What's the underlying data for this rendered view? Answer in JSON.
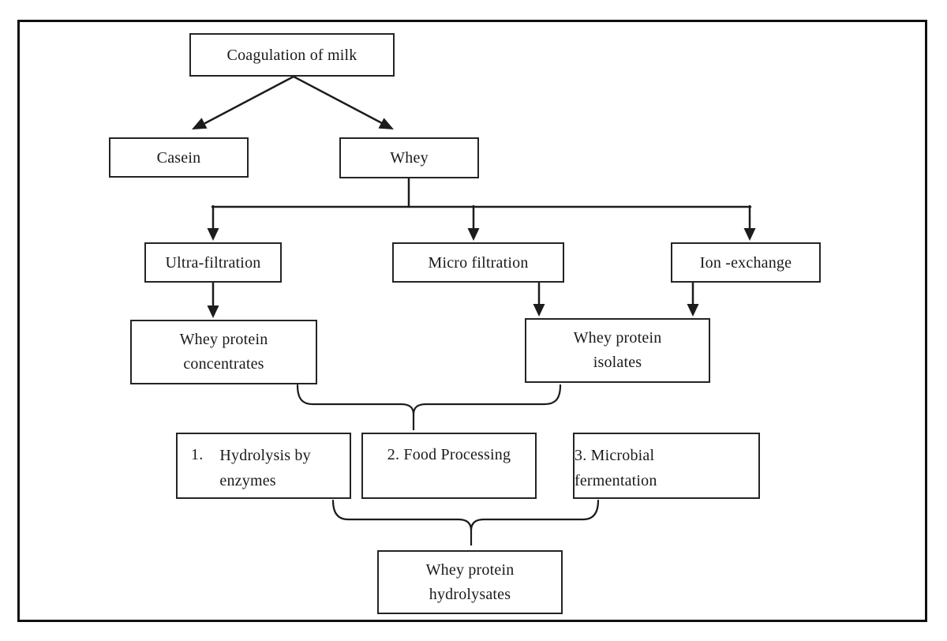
{
  "figure": {
    "background": "#ffffff",
    "line_color": "#1c1c1c",
    "box_border_color": "#242424",
    "nodes": {
      "coagulation": {
        "label": "Coagulation of milk"
      },
      "casein": {
        "label": "Casein"
      },
      "whey": {
        "label": "Whey"
      },
      "ultrafiltration": {
        "label": "Ultra-filtration"
      },
      "microfiltration": {
        "label": "Micro filtration"
      },
      "ionexchange": {
        "label": "Ion -exchange"
      },
      "concentrates": {
        "line1": "Whey protein",
        "line2": "concentrates"
      },
      "isolates": {
        "line1": "Whey protein",
        "line2": "isolates"
      },
      "process1": {
        "marker": "1.",
        "line1": "Hydrolysis by",
        "line2": "enzymes"
      },
      "process2": {
        "label": "2. Food Processing"
      },
      "process3": {
        "line1": "3. Microbial",
        "line2": "fermentation"
      },
      "hydrolysates": {
        "line1": "Whey protein",
        "line2": "hydrolysates"
      }
    },
    "edges": [
      "Coagulation of milk -> Casein",
      "Coagulation of milk -> Whey",
      "Whey -> Ultra-filtration",
      "Whey -> Micro filtration",
      "Whey -> Ion -exchange",
      "Ultra-filtration -> Whey protein concentrates",
      "Micro filtration -> Whey protein isolates",
      "Ion -exchange -> Whey protein isolates",
      "Whey protein concentrates + Whey protein isolates -> (brace) -> processes 1-3",
      "Processes 1-3 -> (brace) -> Whey protein hydrolysates"
    ]
  }
}
